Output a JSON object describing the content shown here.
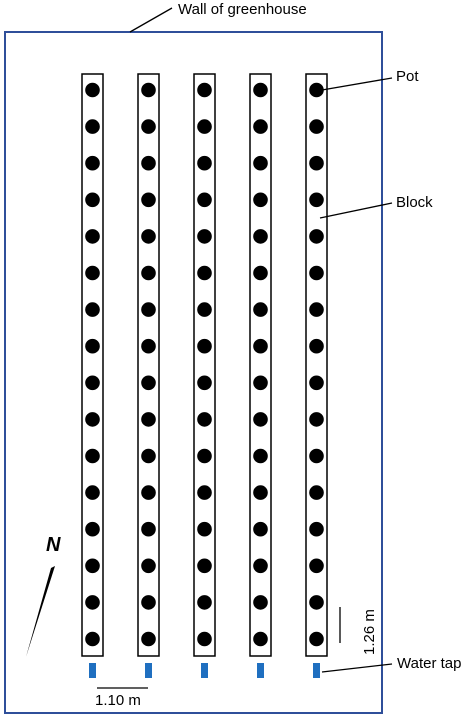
{
  "diagram": {
    "labels": {
      "wall": "Wall of greenhouse",
      "pot": "Pot",
      "block": "Block",
      "water_tap": "Water tap",
      "north": "N"
    },
    "dimensions": {
      "block_spacing": "1.10 m",
      "pot_spacing": "1.26 m"
    },
    "blocks": {
      "count": 5,
      "pots_per_block": 16
    },
    "colors": {
      "wall": "#2f4f9a",
      "water_tap": "#1f6fc0",
      "pot": "#000000",
      "block_outline": "#000000"
    }
  }
}
